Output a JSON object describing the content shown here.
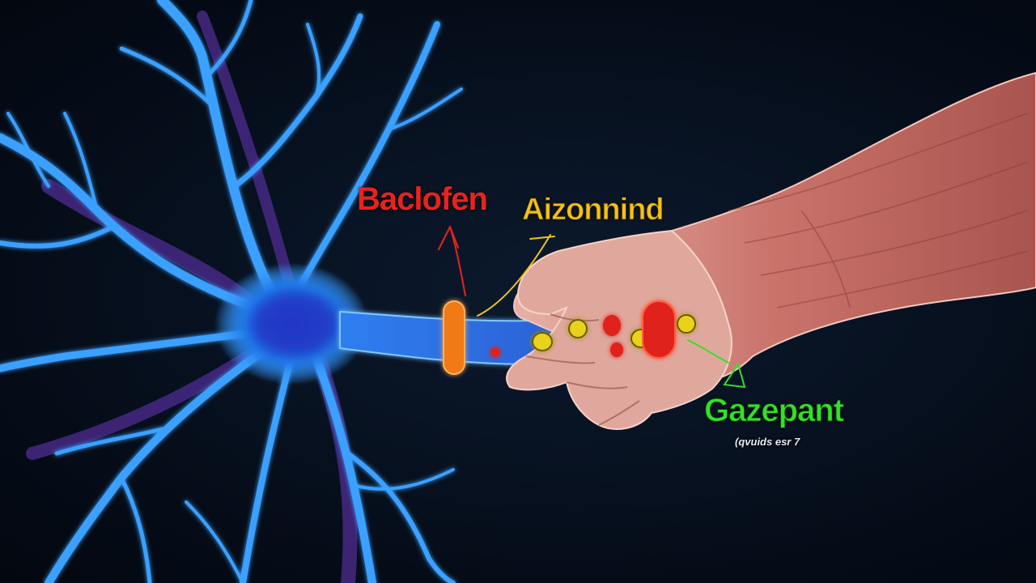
{
  "labels": {
    "baclofen": "Baclofen",
    "aizonnind": "Aizonnind",
    "gazepant": "Gazepant",
    "small_caption": "(qvuids esr 7"
  },
  "colors": {
    "background": "#050b16",
    "neuron": "#3aa0ff",
    "neuron_glow": "#8ad6ff",
    "soma": "#1f4fd6",
    "dendrite_shadow": "#4a2a8a",
    "skin": "#d9928a",
    "muscle": "#c0605a",
    "baclofen": "#e8231f",
    "aizonnind": "#f2c21a",
    "gazepant": "#35e02a",
    "pill_orange": "#f07a18",
    "pill_red": "#e0201a",
    "pill_yellow": "#e8d21a"
  }
}
